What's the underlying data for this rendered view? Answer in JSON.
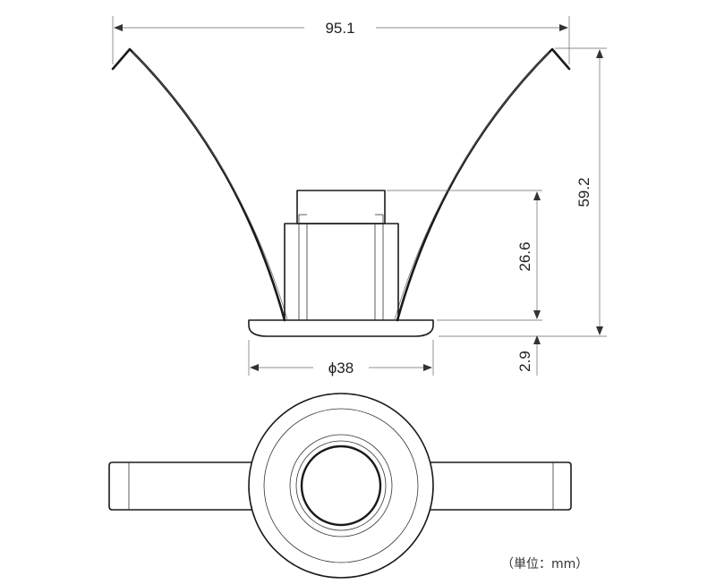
{
  "dimensions": {
    "overall_width": "95.1",
    "overall_height": "59.2",
    "body_height": "26.6",
    "flange_height": "2.9",
    "diameter": "ϕ38"
  },
  "unit_note": "（単位：mm）"
}
